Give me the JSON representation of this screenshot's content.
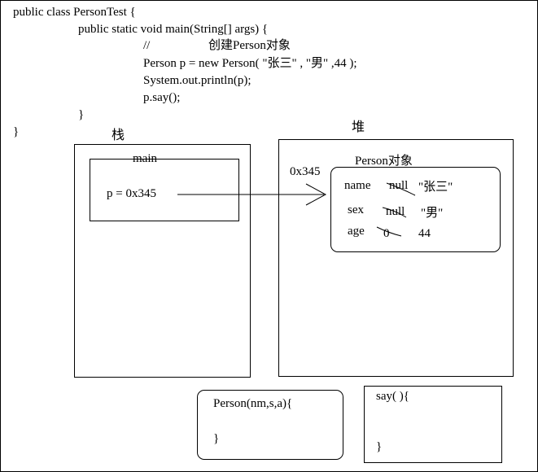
{
  "code": {
    "line1": "public class PersonTest {",
    "line2": "public static void main(String[] args) {",
    "comment_slashes": "//",
    "comment_text": "创建Person对象",
    "line4": "Person p = new Person( \"张三\" , \"男\" ,44 );",
    "line5": "System.out.println(p);",
    "line6": "p.say();",
    "close_method": "}",
    "close_class": "}"
  },
  "stack": {
    "label": "栈",
    "frame_label": "main",
    "variable": "p = 0x345"
  },
  "heap": {
    "label": "堆",
    "address": "0x345",
    "object_label": "Person对象",
    "fields": [
      {
        "name": "name",
        "old": "null",
        "new": "\"张三\""
      },
      {
        "name": "sex",
        "old": "null",
        "new": "\"男\""
      },
      {
        "name": "age",
        "old": "0",
        "new": "44"
      }
    ]
  },
  "constructor": {
    "signature": "Person(nm,s,a){",
    "close": "}"
  },
  "say_method": {
    "signature": "say( ){",
    "close": "}"
  }
}
